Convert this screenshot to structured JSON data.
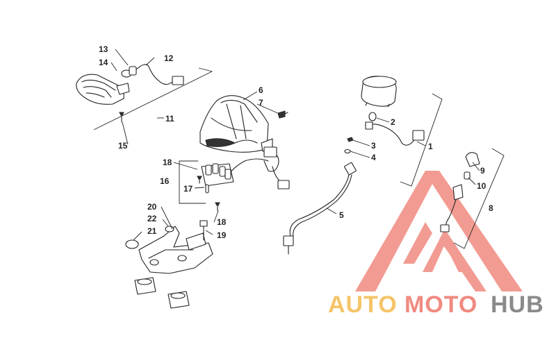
{
  "callouts": {
    "c1": "1",
    "c2": "2",
    "c3": "3",
    "c4": "4",
    "c5": "5",
    "c6": "6",
    "c7": "7",
    "c8": "8",
    "c9": "9",
    "c10": "10",
    "c11": "11",
    "c12": "12",
    "c13": "13",
    "c14": "14",
    "c15": "15",
    "c16": "16",
    "c17": "17",
    "c18a": "18",
    "c18b": "18",
    "c19": "19",
    "c20": "20",
    "c21": "21",
    "c22": "22"
  },
  "watermark": {
    "word_auto": "AUTO",
    "word_moto": "MOTO",
    "word_hub": "HUB",
    "color_auto": "#f5c468",
    "color_moto": "#f08a80",
    "color_hub": "#8a8a8a",
    "color_logo": "#f08a80"
  }
}
